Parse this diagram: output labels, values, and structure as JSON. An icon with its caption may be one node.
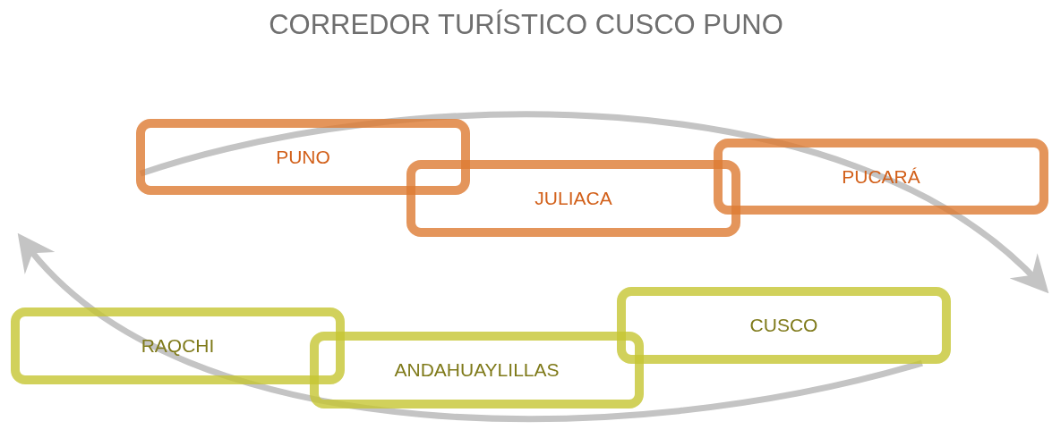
{
  "diagram": {
    "title": "CORREDOR TURÍSTICO CUSCO PUNO",
    "nodes": [
      {
        "text": [
          "PUNO"
        ]
      },
      {
        "text": [
          "JULIACA"
        ]
      },
      {
        "text": [
          "PUCARÁ"
        ]
      },
      {
        "text": [
          "RAQCHI"
        ]
      },
      {
        "text": [
          "ANDAHUAYLILLAS"
        ]
      },
      {
        "text": [
          "CUSCO"
        ]
      }
    ],
    "edges": [
      {
        "from": 0,
        "to": null,
        "arrow": "to"
      },
      {
        "from": 5,
        "to": null,
        "arrow": "to"
      }
    ]
  }
}
